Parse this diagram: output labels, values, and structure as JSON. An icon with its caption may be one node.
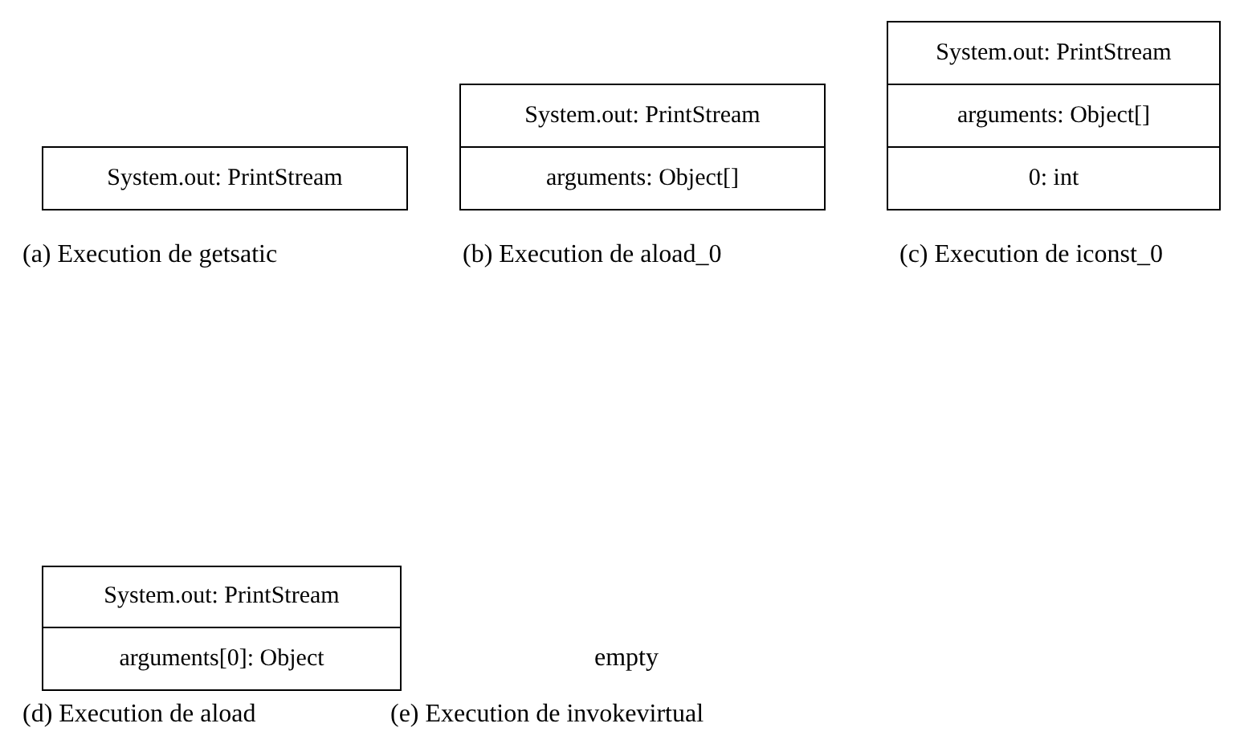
{
  "diagram": {
    "nodes": [
      {
        "text": [
          "System.out: PrintStream"
        ]
      },
      {
        "text": [
          "System.out: PrintStream"
        ]
      },
      {
        "text": [
          "arguments: Object[]"
        ]
      },
      {
        "text": [
          "System.out: PrintStream"
        ]
      },
      {
        "text": [
          "arguments: Object[]"
        ]
      },
      {
        "text": [
          "0: int"
        ]
      },
      {
        "text": [
          "System.out: PrintStream"
        ]
      },
      {
        "text": [
          "arguments[0]: Object"
        ]
      }
    ],
    "edges": [],
    "labels": [
      "(a) Execution de getsatic",
      "(b) Execution de aload_0",
      "(c) Execution de iconst_0",
      "empty",
      "(d) Execution de aload",
      "(e) Execution de invokevirtual"
    ]
  }
}
